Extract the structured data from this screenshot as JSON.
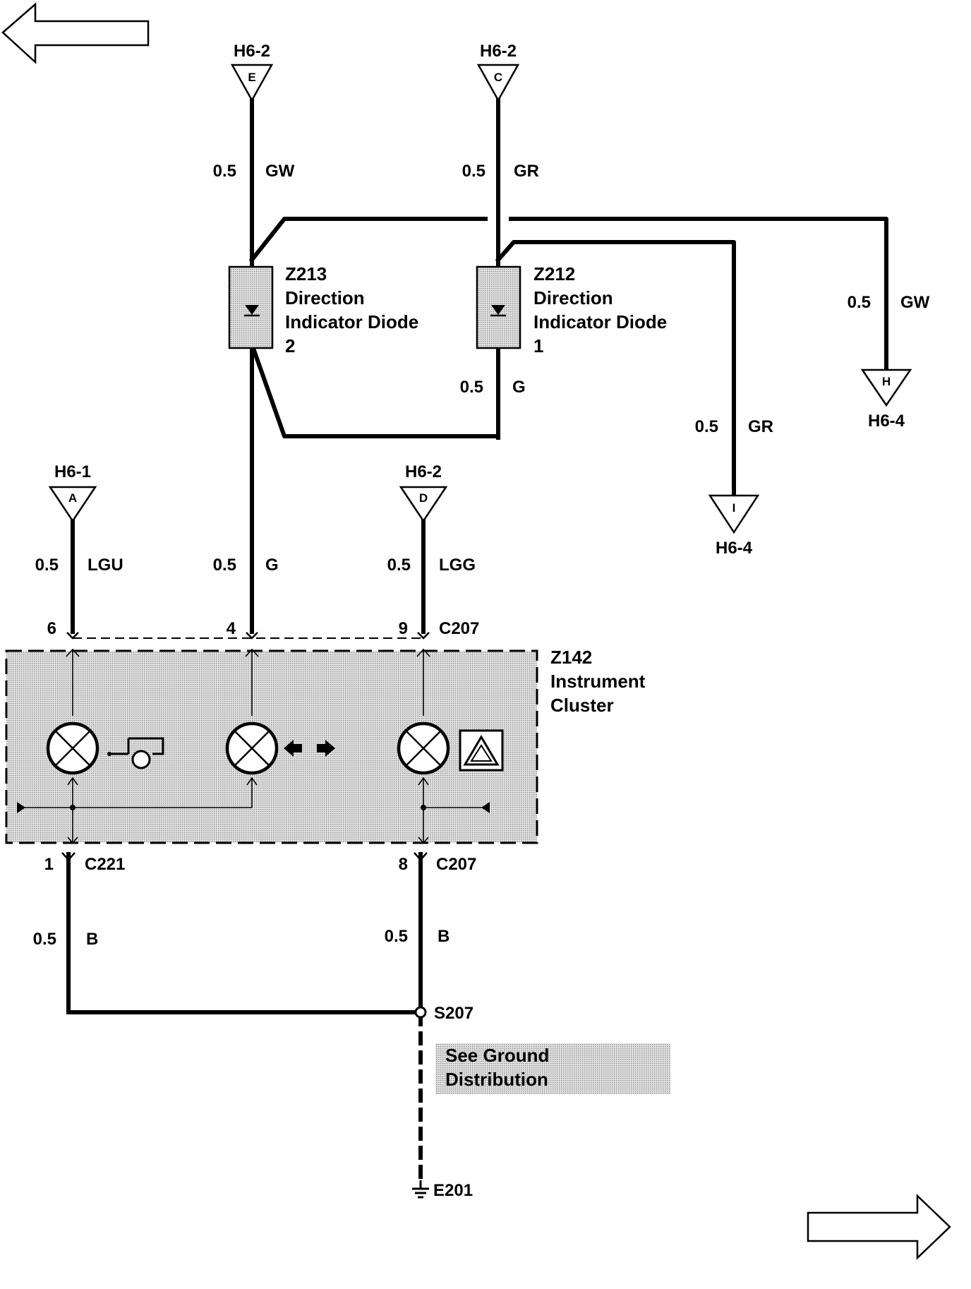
{
  "top_connectors": [
    {
      "id": "h62e",
      "label": "H6-2",
      "pin": "E",
      "gauge": "0.5",
      "color": "GW"
    },
    {
      "id": "h62c",
      "label": "H6-2",
      "pin": "C",
      "gauge": "0.5",
      "color": "GR"
    }
  ],
  "diode_2": {
    "id": "Z213",
    "line1": "Direction",
    "line2": "Indicator Diode",
    "line3": "2"
  },
  "diode_1": {
    "id": "Z212",
    "line1": "Direction",
    "line2": "Indicator Diode",
    "line3": "1",
    "out_gauge": "0.5",
    "out_color": "G"
  },
  "right_wires": [
    {
      "id": "h64h",
      "label": "H6-4",
      "pin": "H",
      "gauge": "0.5",
      "color": "GW"
    },
    {
      "id": "h64i",
      "label": "H6-4",
      "pin": "I",
      "gauge": "0.5",
      "color": "GR"
    }
  ],
  "mid_connectors": [
    {
      "id": "h61a",
      "label": "H6-1",
      "pin": "A",
      "gauge": "0.5",
      "color": "LGU",
      "cavity": "6"
    },
    {
      "id": "center",
      "gauge": "0.5",
      "color": "G",
      "cavity": "4"
    },
    {
      "id": "h62d",
      "label": "H6-2",
      "pin": "D",
      "gauge": "0.5",
      "color": "LGG",
      "cavity": "9",
      "connector": "C207"
    }
  ],
  "cluster": {
    "id": "Z142",
    "line1": "Instrument",
    "line2": "Cluster"
  },
  "bottom": {
    "left": {
      "cavity": "1",
      "connector": "C221",
      "gauge": "0.5",
      "color": "B"
    },
    "right": {
      "cavity": "8",
      "connector": "C207",
      "gauge": "0.5",
      "color": "B"
    },
    "splice": "S207",
    "note_line1": "See Ground",
    "note_line2": "Distribution",
    "ground": "E201"
  },
  "icons": [
    "left-arrow-icon",
    "right-arrow-icon",
    "trailer-icon",
    "turn-arrows-icon",
    "hazard-triangle-icon",
    "bulb-icon",
    "ground-icon",
    "diode-icon"
  ]
}
